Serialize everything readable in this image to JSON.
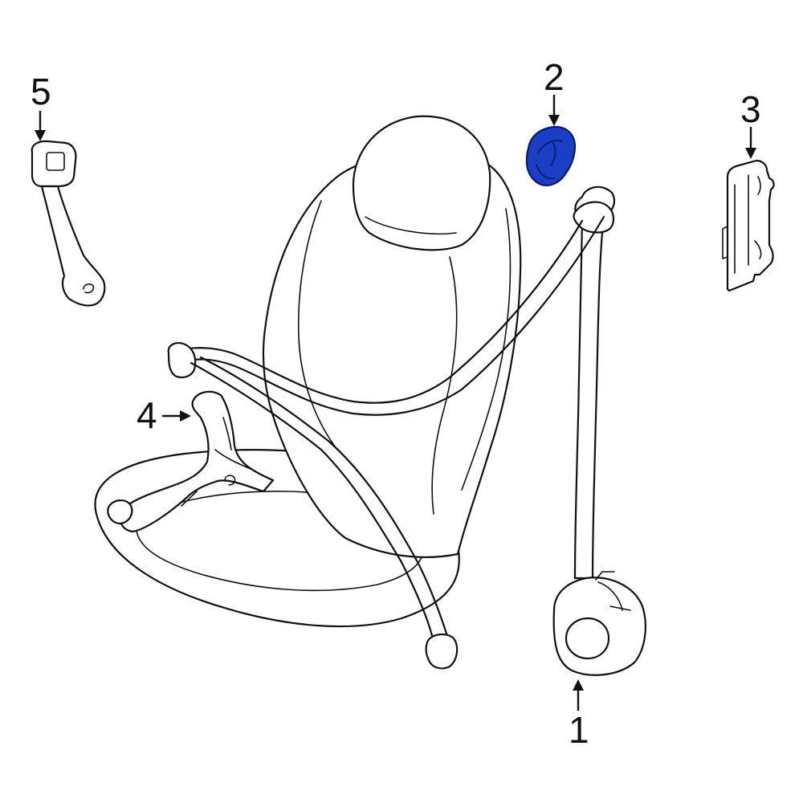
{
  "callouts": [
    {
      "id": "1",
      "label": "1"
    },
    {
      "id": "2",
      "label": "2"
    },
    {
      "id": "3",
      "label": "3"
    },
    {
      "id": "4",
      "label": "4"
    },
    {
      "id": "5",
      "label": "5"
    }
  ],
  "highlight": {
    "part": "2",
    "color": "#1a3fc4"
  },
  "line_color": "#111111",
  "background": "#ffffff"
}
